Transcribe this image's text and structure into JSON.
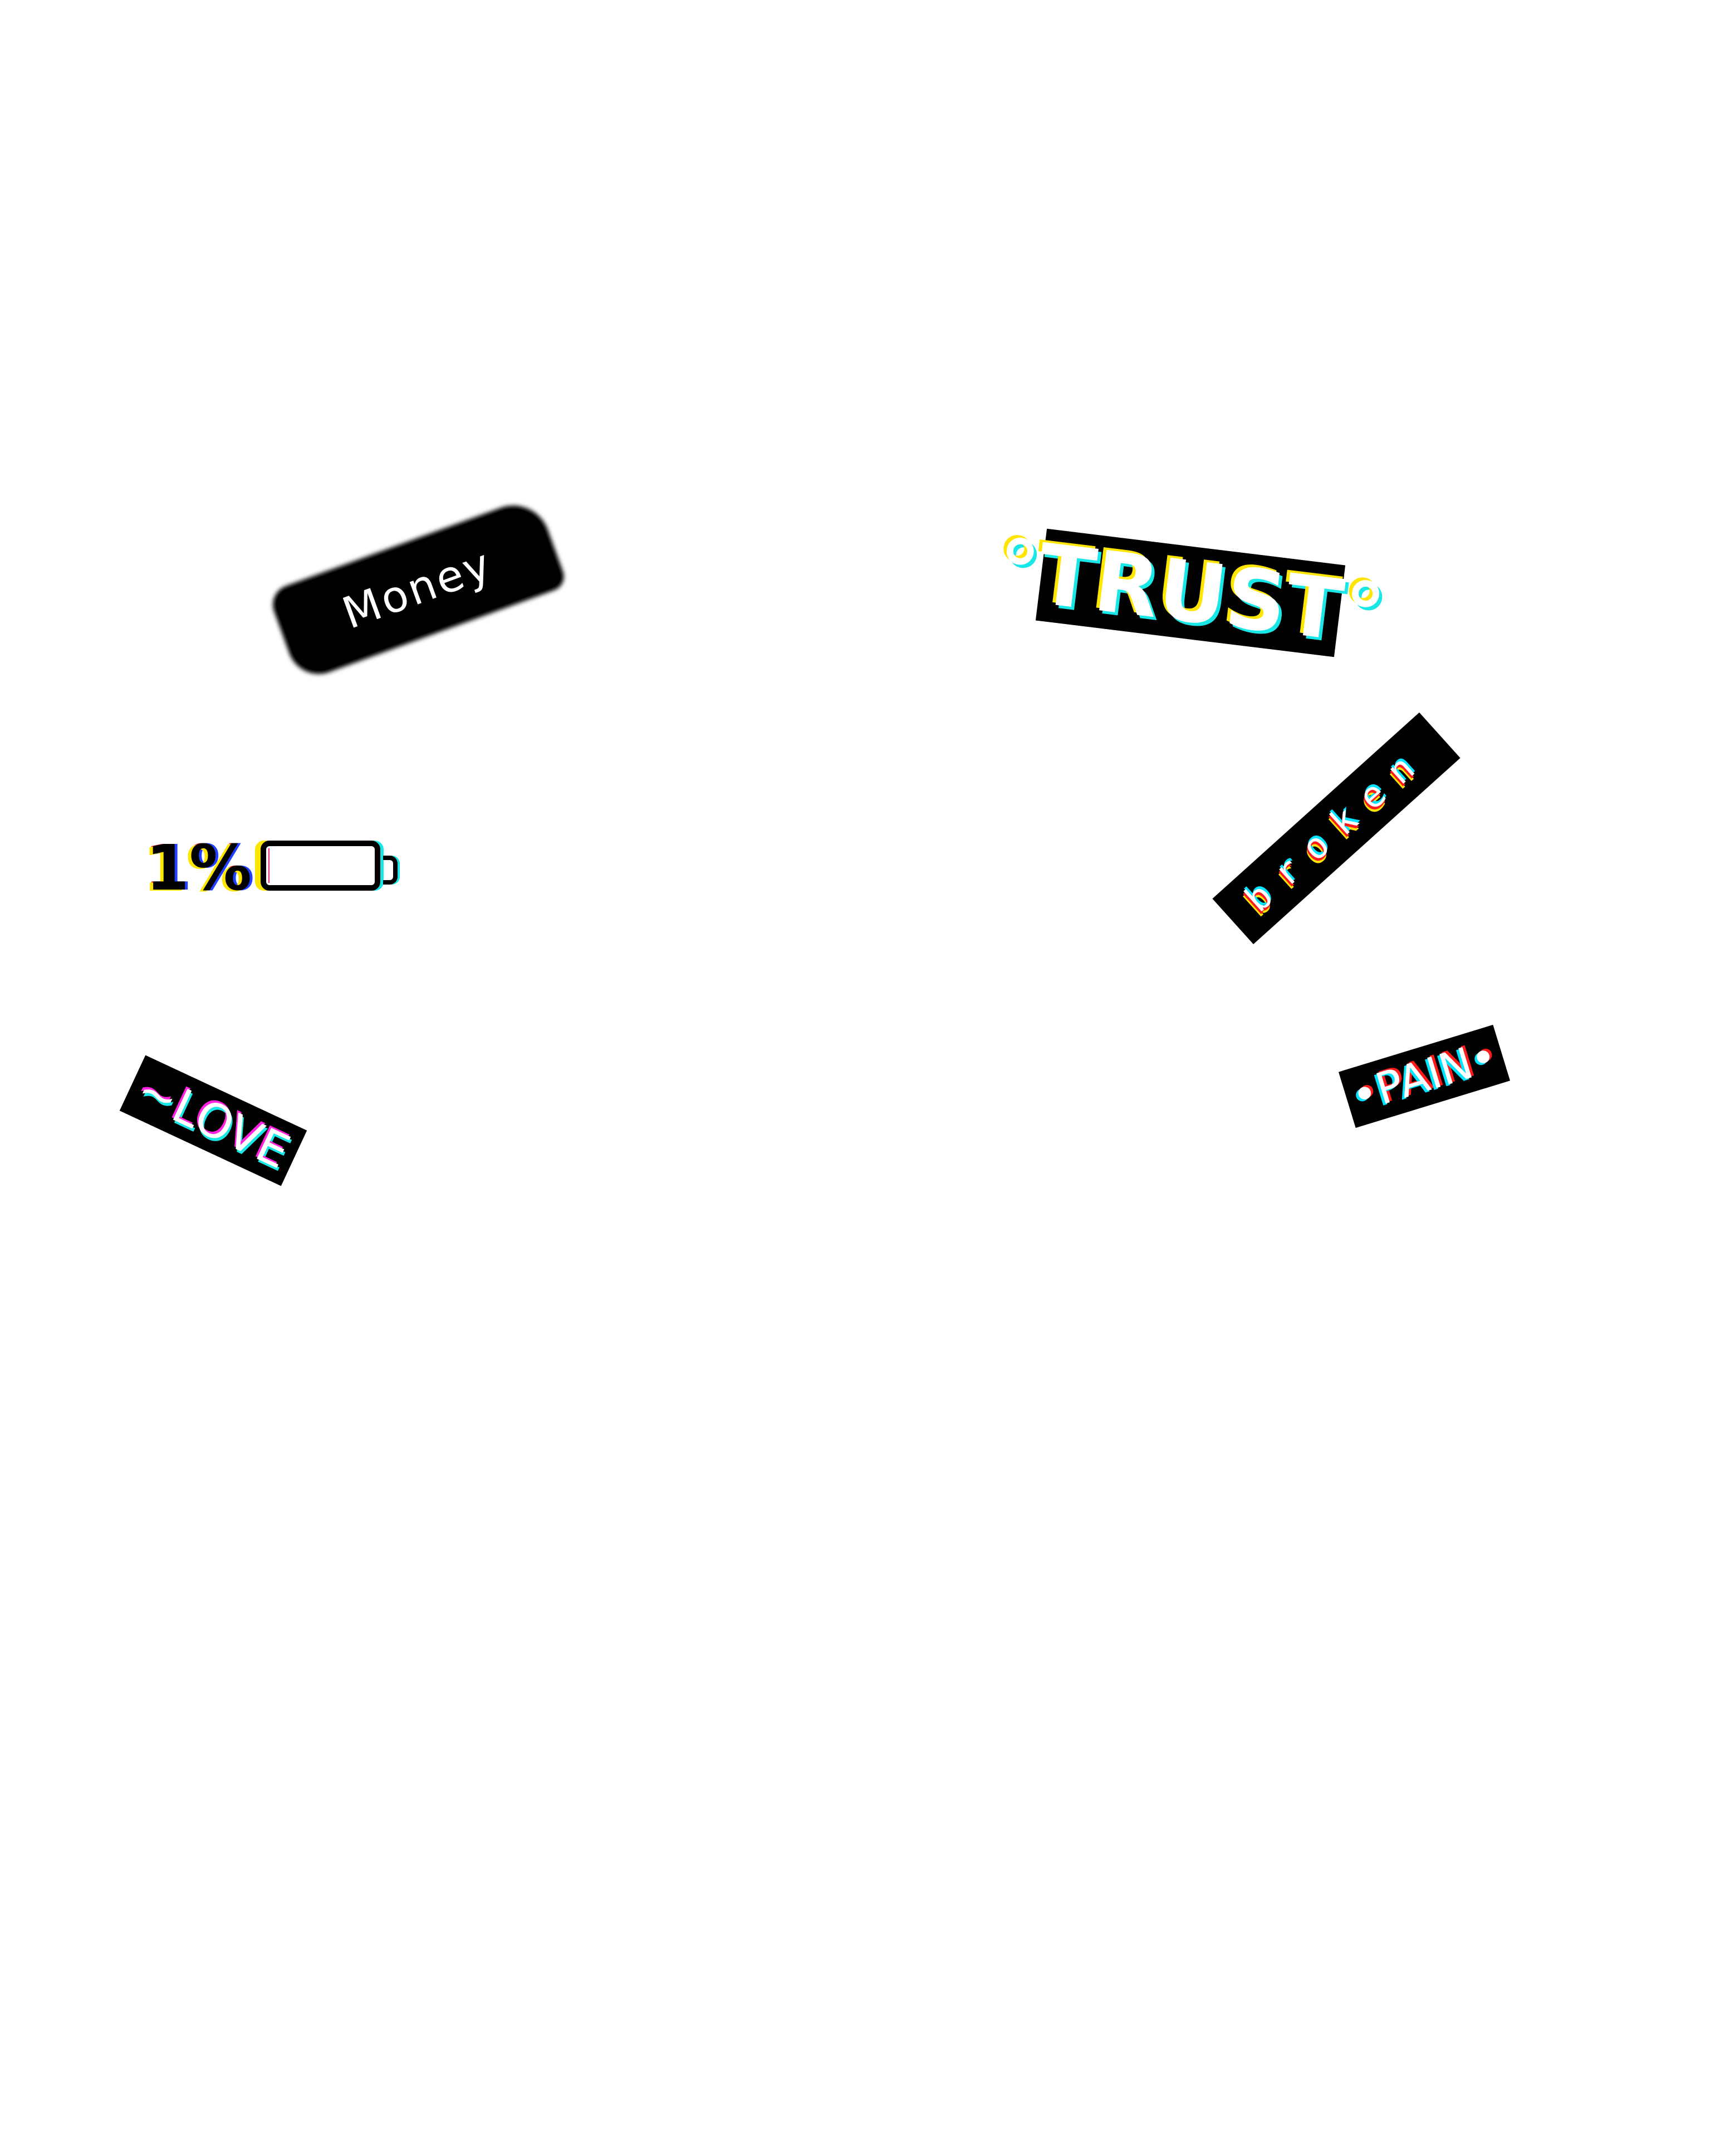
{
  "stickers": {
    "money": "Money",
    "trust": "°TRUST°",
    "broken": "broken",
    "pain": "•PAIN•",
    "love": "~LOVE"
  },
  "battery": {
    "label": "1%",
    "level_percent": 1
  },
  "colors": {
    "background": "#ffffff",
    "sticker": "#000000",
    "glitch_cyan": "#19e6e6",
    "glitch_red": "#ff1a1a",
    "glitch_yellow": "#ffe600",
    "glitch_magenta": "#ff20e0"
  }
}
